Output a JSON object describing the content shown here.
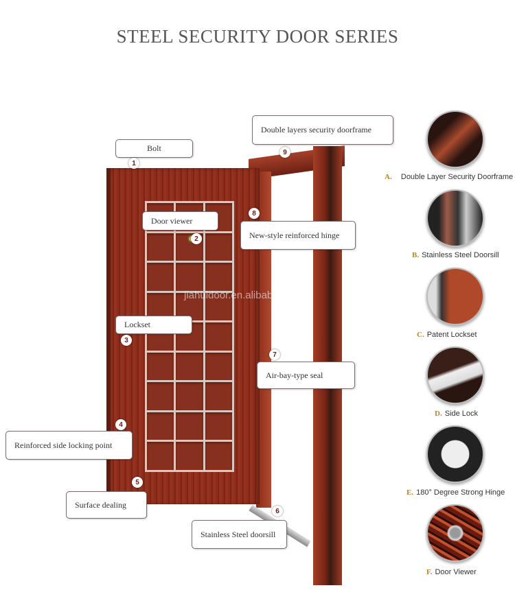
{
  "title": "STEEL SECURITY DOOR SERIES",
  "watermark": "jiahuidoor.en.alibaba.com",
  "callouts": [
    {
      "num": "1",
      "label": "Bolt"
    },
    {
      "num": "2",
      "label": "Door viewer"
    },
    {
      "num": "3",
      "label": "Lockset"
    },
    {
      "num": "4",
      "label": "Reinforced side locking point"
    },
    {
      "num": "5",
      "label": "Surface dealing"
    },
    {
      "num": "6",
      "label": "Stainless Steel doorsill"
    },
    {
      "num": "7",
      "label": "Air-bay-type seal"
    },
    {
      "num": "8",
      "label": "New-style reinforced hinge"
    },
    {
      "num": "9",
      "label": "Double layers security doorframe"
    }
  ],
  "features": [
    {
      "letter": "A.",
      "label": "Double Layer Security Doorframe"
    },
    {
      "letter": "B.",
      "label": "Stainless Steel Doorsill"
    },
    {
      "letter": "C.",
      "label": "Patent Lockset"
    },
    {
      "letter": "D.",
      "label": "Side Lock"
    },
    {
      "letter": "E.",
      "label": "180°  Degree Strong Hinge"
    },
    {
      "letter": "F.",
      "label": "Door Viewer"
    }
  ]
}
